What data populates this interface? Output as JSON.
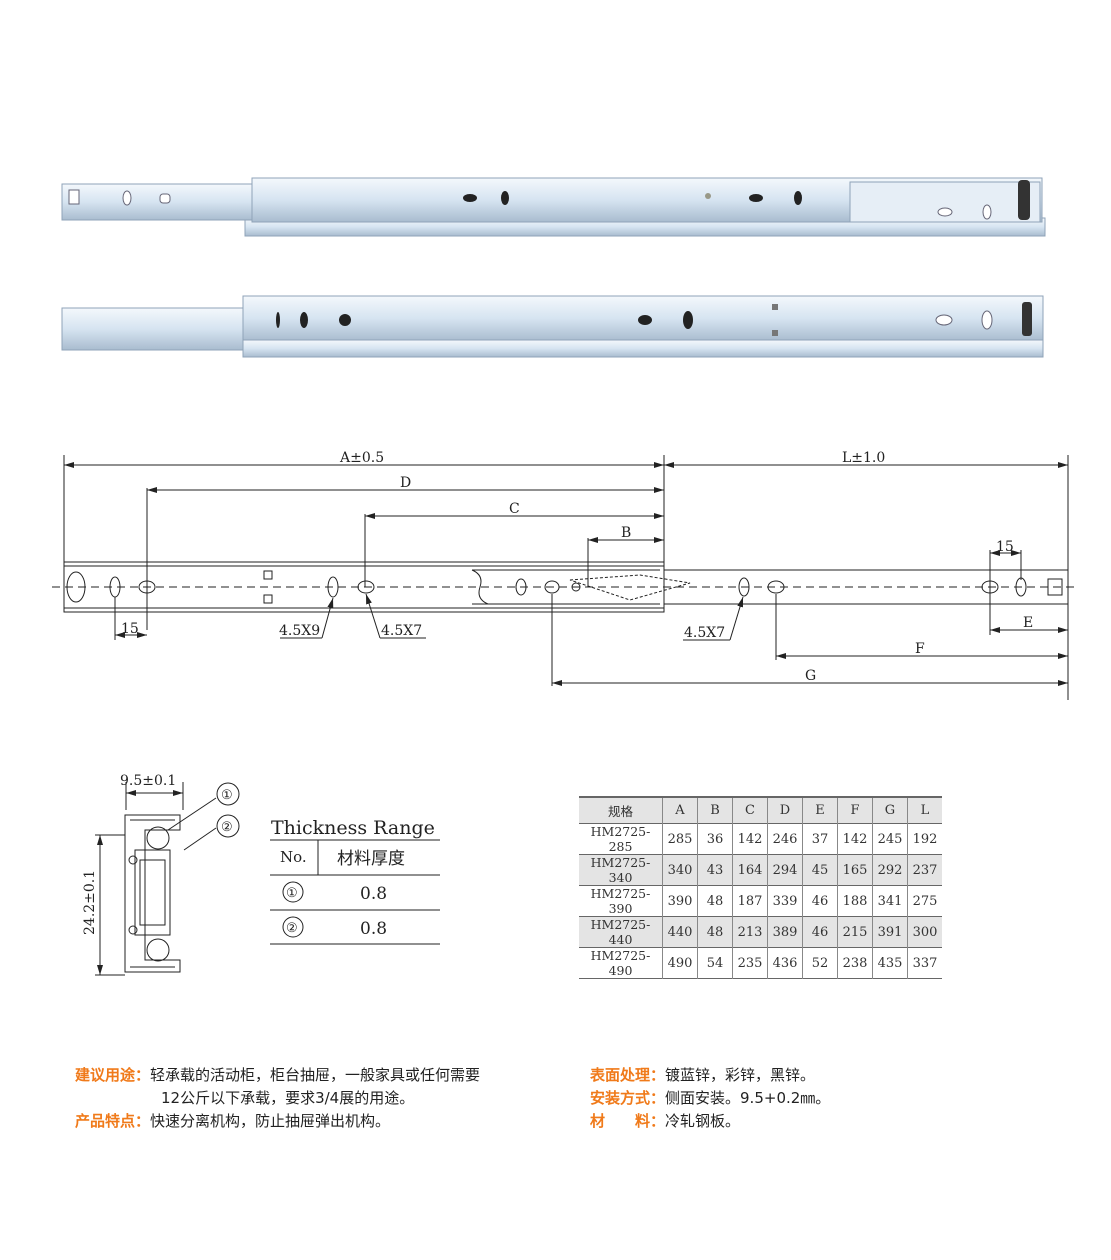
{
  "drawing": {
    "dim_A": "A±0.5",
    "dim_L": "L±1.0",
    "dim_D": "D",
    "dim_C": "C",
    "dim_B": "B",
    "dim_15_left": "15",
    "dim_15_right": "15",
    "hole_1": "4.5X9",
    "hole_2": "4.5X7",
    "hole_3": "4.5X7",
    "dim_E": "E",
    "dim_F": "F",
    "dim_G": "G"
  },
  "section": {
    "width": "9.5±0.1",
    "height": "24.2±0.1",
    "marker_1": "①",
    "marker_2": "②"
  },
  "thickness": {
    "title": "Thickness Range",
    "col_no": "No.",
    "col_thick": "材料厚度",
    "rows": [
      {
        "no": "①",
        "value": "0.8"
      },
      {
        "no": "②",
        "value": "0.8"
      }
    ]
  },
  "spec_table": {
    "headers": [
      "规格",
      "A",
      "B",
      "C",
      "D",
      "E",
      "F",
      "G",
      "L"
    ],
    "rows": [
      [
        "HM2725-285",
        "285",
        "36",
        "142",
        "246",
        "37",
        "142",
        "245",
        "192"
      ],
      [
        "HM2725-340",
        "340",
        "43",
        "164",
        "294",
        "45",
        "165",
        "292",
        "237"
      ],
      [
        "HM2725-390",
        "390",
        "48",
        "187",
        "339",
        "46",
        "188",
        "341",
        "275"
      ],
      [
        "HM2725-440",
        "440",
        "48",
        "213",
        "389",
        "46",
        "215",
        "391",
        "300"
      ],
      [
        "HM2725-490",
        "490",
        "54",
        "235",
        "436",
        "52",
        "238",
        "435",
        "337"
      ]
    ]
  },
  "notes": {
    "usage_label": "建议用途：",
    "usage_line1": "轻承载的活动柜，柜台抽屉，一般家具或任何需要",
    "usage_line2": "12公斤以下承载，要求3/4展的用途。",
    "feature_label": "产品特点：",
    "feature_text": "快速分离机构，防止抽屉弹出机构。",
    "surface_label": "表面处理：",
    "surface_text": "镀蓝锌，彩锌，黑锌。",
    "install_label": "安装方式：",
    "install_text": "侧面安装。9.5+0.2㎜。",
    "material_label": "材　　料：",
    "material_text": "冷轧钢板。"
  },
  "colors": {
    "accent": "#f07a1a",
    "rail": "#cfe0ef"
  }
}
